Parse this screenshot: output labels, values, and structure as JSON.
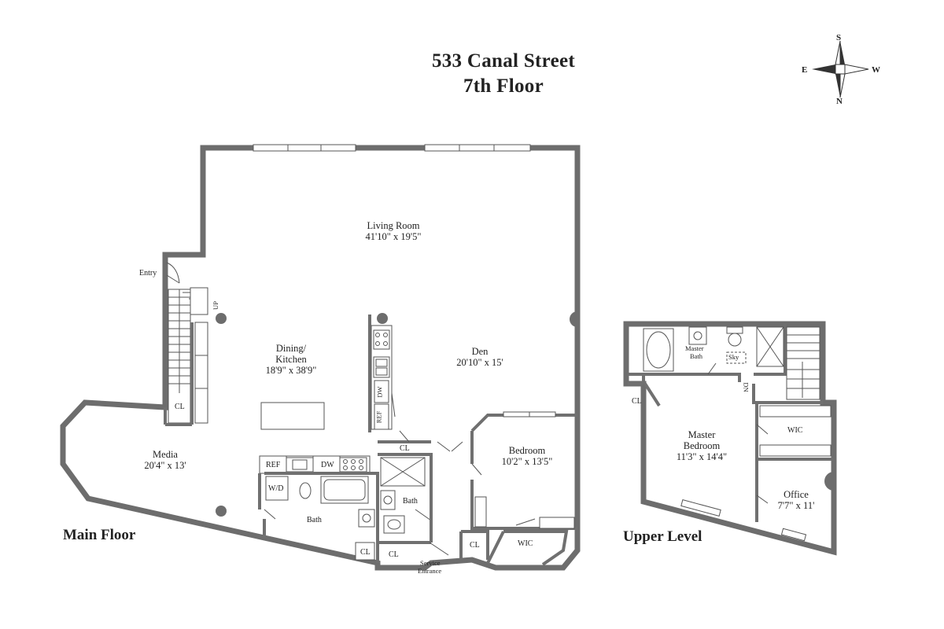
{
  "header": {
    "address": "533 Canal Street",
    "floor": "7th Floor"
  },
  "compass": {
    "s": "S",
    "e": "E",
    "w": "W",
    "n": "N"
  },
  "sections": {
    "main": "Main Floor",
    "upper": "Upper Level"
  },
  "rooms": {
    "living": {
      "name": "Living Room",
      "dims": "41'10\" x 19'5\""
    },
    "dining": {
      "name1": "Dining/",
      "name2": "Kitchen",
      "dims": "18'9\" x 38'9\""
    },
    "den": {
      "name": "Den",
      "dims": "20'10\" x 15'"
    },
    "bedroom": {
      "name": "Bedroom",
      "dims": "10'2\" x 13'5\""
    },
    "media": {
      "name": "Media",
      "dims": "20'4\" x 13'"
    },
    "master_bedroom": {
      "name1": "Master",
      "name2": "Bedroom",
      "dims": "11'3\" x 14'4\""
    },
    "office": {
      "name": "Office",
      "dims": "7'7\" x 11'"
    }
  },
  "small_labels": {
    "entry": "Entry",
    "up": "UP",
    "cl": "CL",
    "ref": "REF",
    "dw": "DW",
    "wd": "W/D",
    "bath": "Bath",
    "wic": "WIC",
    "service1": "Service",
    "service2": "Entrance",
    "master_bath1": "Master",
    "master_bath2": "Bath",
    "sky": "Sky",
    "dn": "DN"
  }
}
